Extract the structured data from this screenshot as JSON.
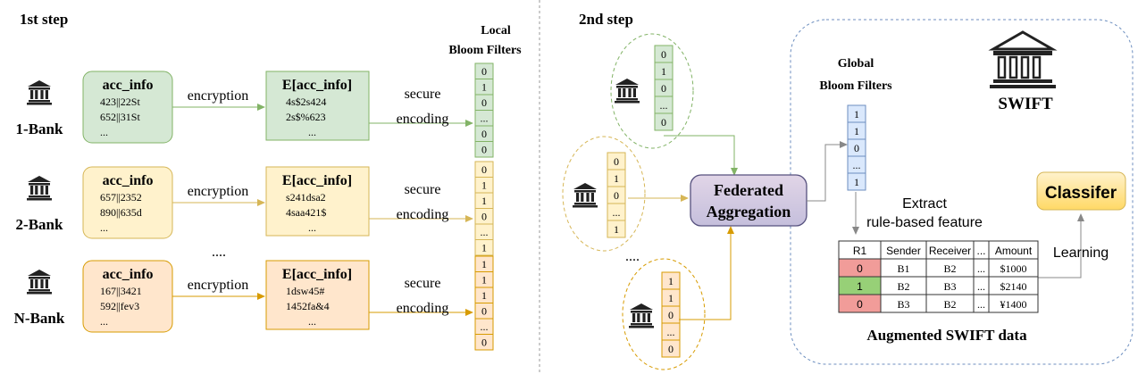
{
  "step1": {
    "title": "1st step",
    "local_bf_title": [
      "Local",
      "Bloom Filters"
    ],
    "banks": [
      {
        "name": "1-Bank",
        "theme": "green",
        "info_title": "acc_info",
        "info_lines": [
          "423||22St",
          "652||31St",
          "..."
        ],
        "enc_label": "encryption",
        "enc_title": "E[acc_info]",
        "enc_lines": [
          "4s$2s424",
          "2s$%623",
          "..."
        ],
        "secure_label": [
          "secure",
          "encoding"
        ],
        "bits": [
          "0",
          "1",
          "0",
          "...",
          "0",
          "0"
        ]
      },
      {
        "name": "2-Bank",
        "theme": "yellow",
        "info_title": "acc_info",
        "info_lines": [
          "657||2352",
          "890||635d",
          "..."
        ],
        "enc_label": "encryption",
        "enc_title": "E[acc_info]",
        "enc_lines": [
          "s241dsa2",
          "4saa421$",
          "..."
        ],
        "secure_label": [
          "secure",
          "encoding"
        ],
        "bits": [
          "0",
          "1",
          "1",
          "0",
          "...",
          "1"
        ]
      },
      {
        "name": "N-Bank",
        "theme": "orange",
        "info_title": "acc_info",
        "info_lines": [
          "167||3421",
          "592||fev3",
          "..."
        ],
        "enc_label": "encryption",
        "enc_title": "E[acc_info]",
        "enc_lines": [
          "1dsw45#",
          "1452fa&4",
          "..."
        ],
        "secure_label": [
          "secure",
          "encoding"
        ],
        "bits": [
          "1",
          "1",
          "1",
          "0",
          "...",
          "0"
        ]
      }
    ],
    "ellipsis": "...."
  },
  "step2": {
    "title": "2nd step",
    "client_bits": [
      [
        "0",
        "1",
        "0",
        "...",
        "0"
      ],
      [
        "0",
        "1",
        "0",
        "...",
        "1"
      ],
      [
        "1",
        "1",
        "0",
        "...",
        "0"
      ]
    ],
    "ellipsis": "....",
    "federated": [
      "Federated",
      "Aggregation"
    ],
    "global_bf_title": [
      "Global",
      "Bloom Filters"
    ],
    "global_bits": [
      "1",
      "1",
      "0",
      "...",
      "1"
    ],
    "swift_label": "SWIFT",
    "extract_label": [
      "Extract",
      "rule-based feature"
    ],
    "classifier_label": "Classifer",
    "learning_label": "Learning",
    "table": {
      "headers": [
        "R1",
        "Sender",
        "Receiver",
        "...",
        "Amount"
      ],
      "rows": [
        {
          "r1": "0",
          "r1_color": "red",
          "cells": [
            "B1",
            "B2",
            "...",
            "$1000"
          ]
        },
        {
          "r1": "1",
          "r1_color": "green",
          "cells": [
            "B2",
            "B3",
            "...",
            "$2140"
          ]
        },
        {
          "r1": "0",
          "r1_color": "red",
          "cells": [
            "B3",
            "B2",
            "...",
            "¥1400"
          ]
        }
      ]
    },
    "augmented_label": "Augmented SWIFT data"
  },
  "colors": {
    "green_fill": "#d5e8d4",
    "green_stroke": "#82b366",
    "yellow_fill": "#fff2cc",
    "yellow_stroke": "#d6b656",
    "orange_fill": "#ffe6cc",
    "orange_stroke": "#d79b00",
    "blue_fill": "#dae8fc",
    "blue_stroke": "#6c8ebf",
    "purple_fill": "#d0cee2",
    "purple_stroke": "#56517e",
    "red_cell": "#f19c99",
    "green_cell": "#97d077",
    "classifier_fill": "#ffcd28"
  }
}
